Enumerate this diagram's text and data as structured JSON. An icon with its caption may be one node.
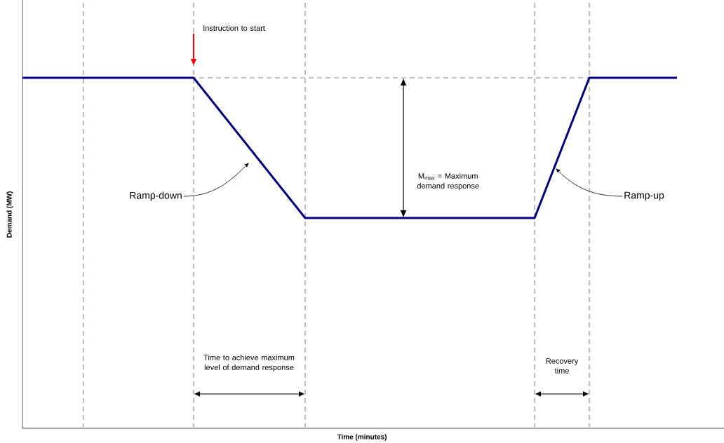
{
  "diagram": {
    "nodes": [
      {
        "text": [
          "Ramp-down"
        ]
      },
      {
        "text": [
          "Ramp-up"
        ]
      }
    ],
    "edges": [
      {
        "from": 0,
        "to": null,
        "arrow": "to"
      },
      {
        "from": 1,
        "to": null,
        "arrow": "to"
      }
    ],
    "labels": [
      "Instruction to start",
      "M$_{max}$ = Maximum demand response",
      "Time to achieve maximum level of demand response",
      "Recovery time",
      "Time (minutes)",
      "Demand (MW)"
    ]
  }
}
